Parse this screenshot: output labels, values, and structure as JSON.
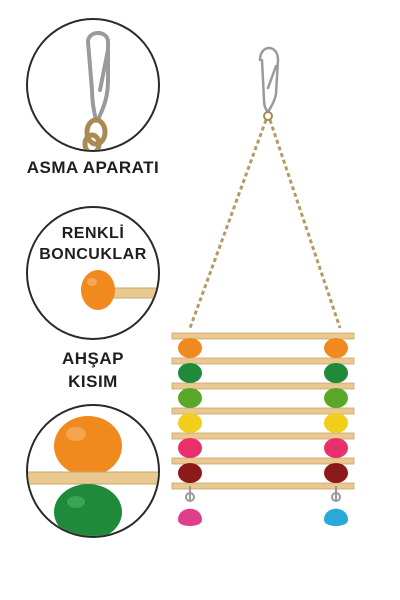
{
  "labels": {
    "hanger": "ASMA APARATI",
    "beads_line1": "RENKLİ",
    "beads_line2": "BONCUKLAR",
    "wood_line1": "AHŞAP",
    "wood_line2": "KISIM"
  },
  "colors": {
    "orange": "#f08a1e",
    "green": "#1e8a3a",
    "lime": "#5aa82a",
    "yellow": "#f2cf1a",
    "pink": "#e8306a",
    "maroon": "#8c1a1a",
    "wood": "#e9c98f",
    "chain": "#b59a64",
    "bell_pink": "#e0408a",
    "bell_blue": "#2aa8d8"
  },
  "bead_rows": [
    "orange",
    "green",
    "lime",
    "yellow",
    "pink",
    "maroon"
  ]
}
